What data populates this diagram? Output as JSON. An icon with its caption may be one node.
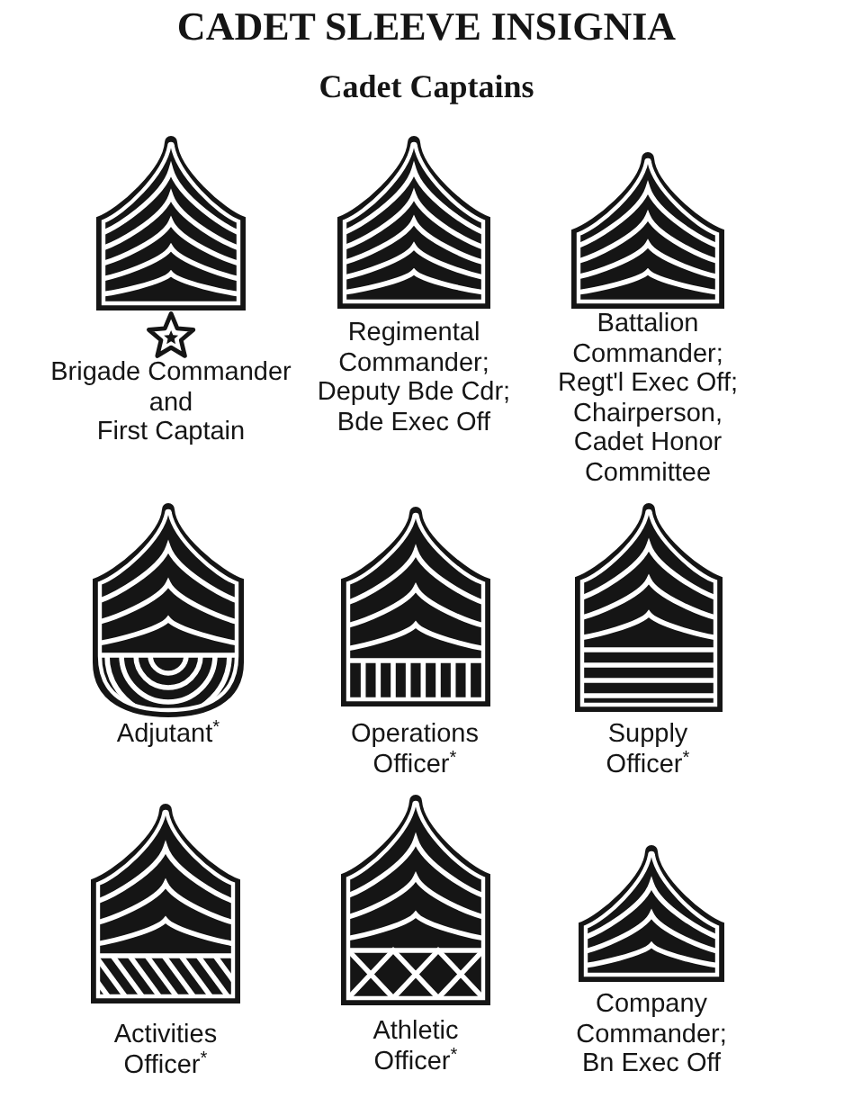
{
  "diagram": {
    "title": "CADET SLEEVE INSIGNIA",
    "nodes": [
      {
        "text": [
          "Brigade Commander and First Captain"
        ]
      },
      {
        "text": [
          "Regimental Commander; Deputy Bde Cdr; Bde Exec Off"
        ]
      },
      {
        "text": [
          "Battalion Commander; Regt'l Exec Off; Chairperson, Cadet Honor Committee"
        ]
      },
      {
        "text": [
          "Adjutant$^{*}$"
        ]
      },
      {
        "text": [
          "Operations Officer$^{*}$"
        ]
      },
      {
        "text": [
          "Supply Officer$^{*}$"
        ]
      },
      {
        "text": [
          "Activities Officer$^{*}$"
        ]
      },
      {
        "text": [
          "Athletic Officer$^{*}$"
        ]
      },
      {
        "text": [
          "Company Commander; Bn Exec Off"
        ]
      }
    ],
    "labels": [
      "Cadet Captains"
    ]
  }
}
